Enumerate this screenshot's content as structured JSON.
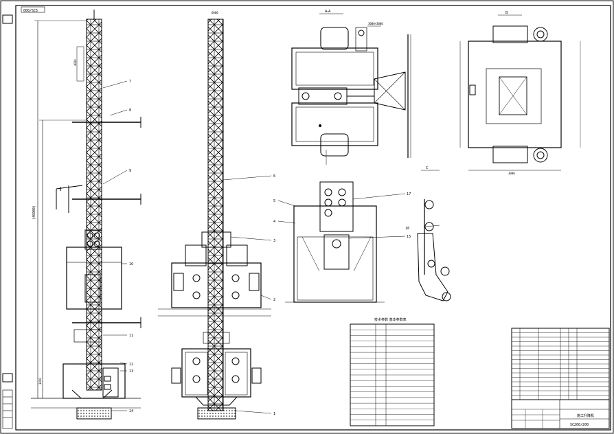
{
  "sheet": {
    "top_code": "000/SC5",
    "labels_text": [
      "SC200/200"
    ]
  },
  "views": {
    "front": {
      "callouts": [
        "7",
        "8",
        "9",
        "10",
        "11",
        "12",
        "13",
        "14"
      ],
      "dims": [
        "4000",
        "(46000)",
        "3000"
      ]
    },
    "side": {
      "callouts": [
        "6",
        "3",
        "2",
        "1"
      ],
      "dims": [
        "6000"
      ]
    },
    "plan_a": {
      "title": "A-A",
      "dim": "3000×3000"
    },
    "plan_b": {
      "title": "B",
      "dim": "3000"
    },
    "cage": {
      "callouts": [
        "5",
        "4",
        "17",
        "15"
      ]
    },
    "detail": {
      "title": "C",
      "callouts": [
        "16"
      ]
    }
  },
  "params_table": {
    "title": "技术参数  基本参数表",
    "rows": 18
  },
  "title_block": {
    "drawing_no": "SC200/200",
    "company": "施工升降机"
  },
  "colors": {
    "line": "#000000",
    "bg": "#ffffff"
  }
}
